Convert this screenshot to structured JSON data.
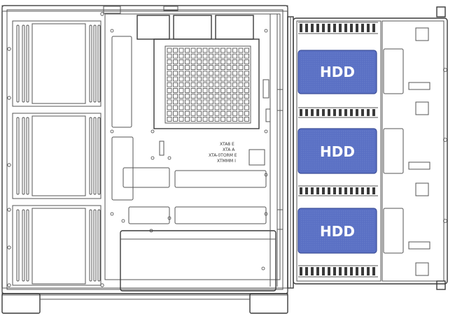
{
  "drive_bays": [
    {
      "label": "HDD",
      "color": "#5a70c4"
    },
    {
      "label": "HDD",
      "color": "#5a70c4"
    },
    {
      "label": "HDD",
      "color": "#5a70c4"
    }
  ],
  "standoff_labels": [
    {
      "text": "XTA8 E"
    },
    {
      "text": "XTA A"
    },
    {
      "text": "XTA-0TORM E"
    },
    {
      "text": "XTMMM I"
    }
  ],
  "colors": {
    "outline": "#3a3a3a",
    "hdd": "#5a70c4",
    "background": "#ffffff"
  }
}
